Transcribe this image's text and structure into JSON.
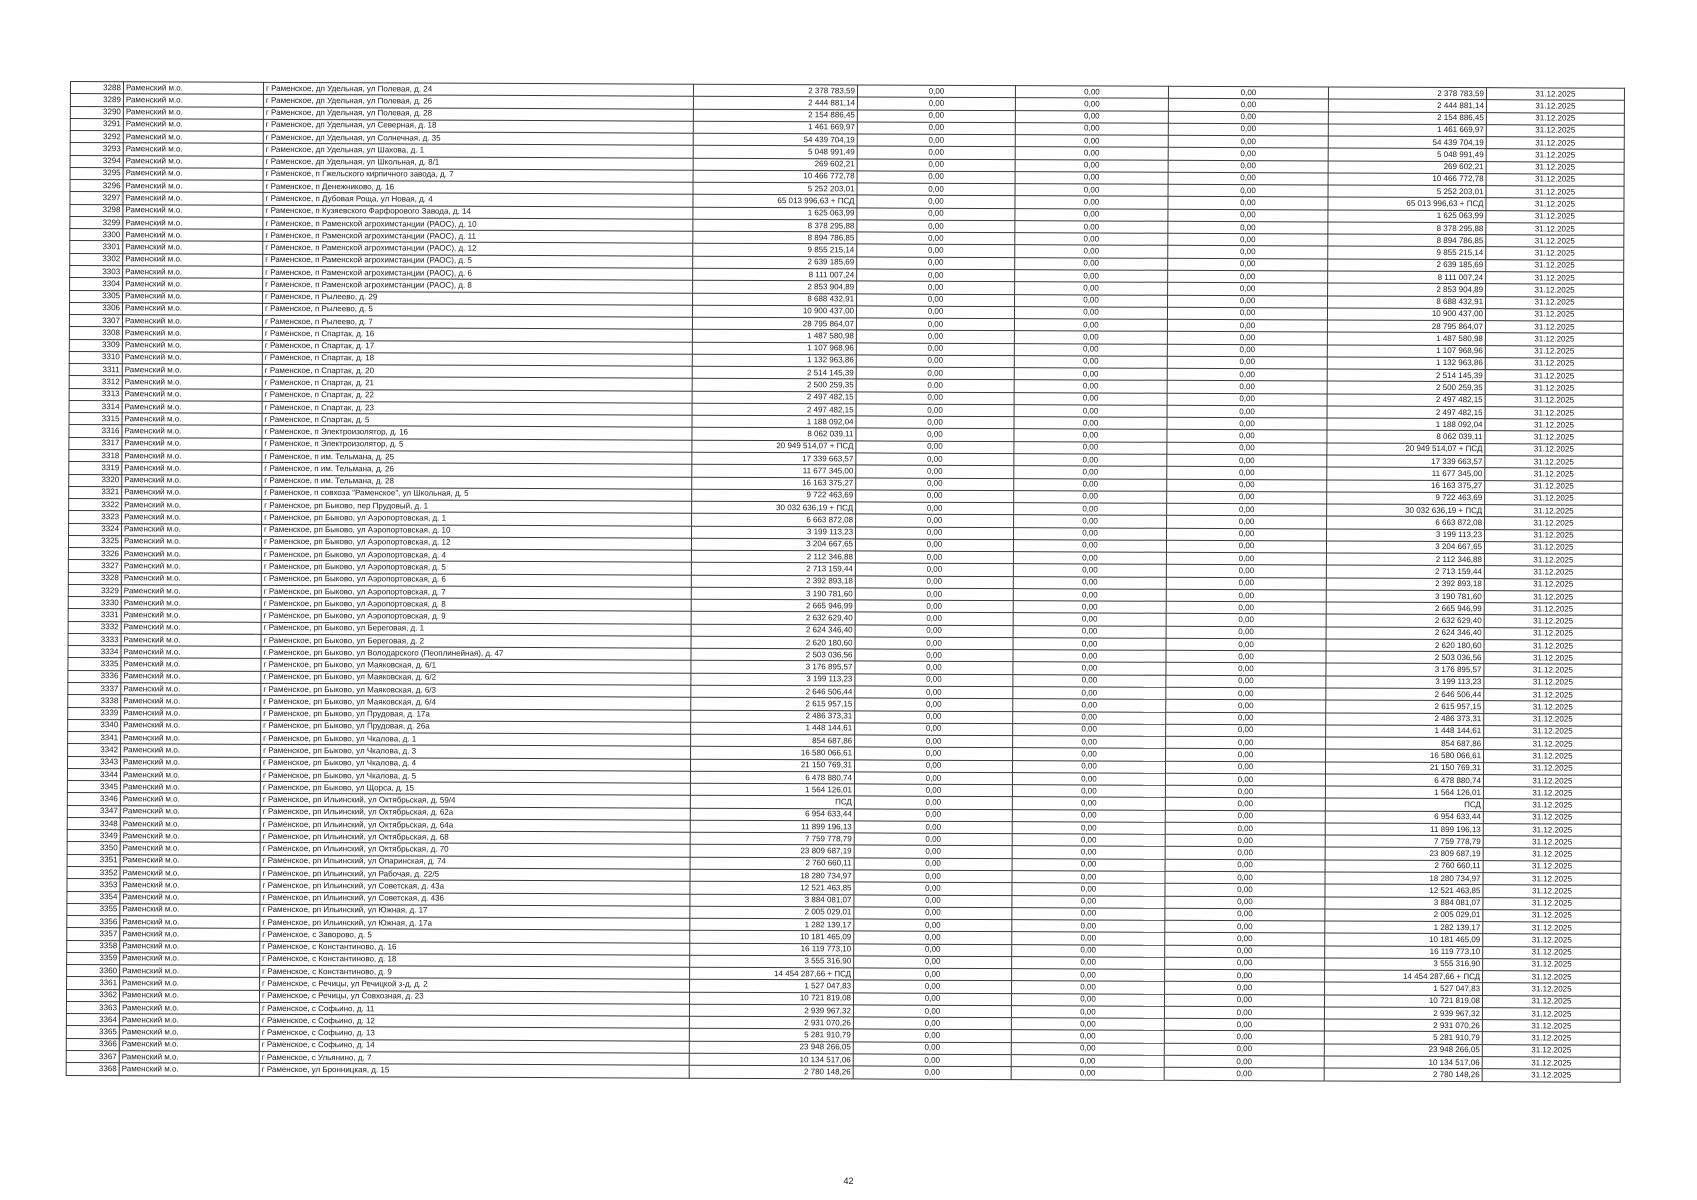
{
  "table": {
    "municipality": "Раменский м.о.",
    "zero_value": "0,00",
    "date": "31.12.2025",
    "rows": [
      {
        "n": "3288",
        "addr": "г Раменское, дп Удельная, ул Полевая, д. 24",
        "sum": "2 378 783,59"
      },
      {
        "n": "3289",
        "addr": "г Раменское, дп Удельная, ул Полевая, д. 26",
        "sum": "2 444 881,14"
      },
      {
        "n": "3290",
        "addr": "г Раменское, дп Удельная, ул Полевая, д. 28",
        "sum": "2 154 886,45"
      },
      {
        "n": "3291",
        "addr": "г Раменское, дп Удельная, ул Северная, д. 18",
        "sum": "1 461 669,97"
      },
      {
        "n": "3292",
        "addr": "г Раменское, дп Удельная, ул Солнечная, д. 35",
        "sum": "54 439 704,19"
      },
      {
        "n": "3293",
        "addr": "г Раменское, дп Удельная, ул Шахова, д. 1",
        "sum": "5 048 991,49"
      },
      {
        "n": "3294",
        "addr": "г Раменское, дп Удельная, ул Школьная, д. 8/1",
        "sum": "269 602,21"
      },
      {
        "n": "3295",
        "addr": "г Раменское, п Гжельского кирпичного завода, д. 7",
        "sum": "10 466 772,78"
      },
      {
        "n": "3296",
        "addr": "г Раменское, п Денежниково, д. 16",
        "sum": "5 252 203,01"
      },
      {
        "n": "3297",
        "addr": "г Раменское, п Дубовая Роща, ул Новая, д. 4",
        "sum": "65 013 996,63 + ПСД"
      },
      {
        "n": "3298",
        "addr": "г Раменское, п Кузяевского Фарфорового Завода, д. 14",
        "sum": "1 625 063,99"
      },
      {
        "n": "3299",
        "addr": "г Раменское, п Раменской агрохимстанции (РАОС), д. 10",
        "sum": "8 378 295,88"
      },
      {
        "n": "3300",
        "addr": "г Раменское, п Раменской агрохимстанции (РАОС), д. 11",
        "sum": "8 894 786,85"
      },
      {
        "n": "3301",
        "addr": "г Раменское, п Раменской агрохимстанции (РАОС), д. 12",
        "sum": "9 855 215,14"
      },
      {
        "n": "3302",
        "addr": "г Раменское, п Раменской агрохимстанции (РАОС), д. 5",
        "sum": "2 639 185,69"
      },
      {
        "n": "3303",
        "addr": "г Раменское, п Раменской агрохимстанции (РАОС), д. 6",
        "sum": "8 111 007,24"
      },
      {
        "n": "3304",
        "addr": "г Раменское, п Раменской агрохимстанции (РАОС), д. 8",
        "sum": "2 853 904,89"
      },
      {
        "n": "3305",
        "addr": "г Раменское, п Рылеево, д. 29",
        "sum": "8 688 432,91"
      },
      {
        "n": "3306",
        "addr": "г Раменское, п Рылеево, д. 5",
        "sum": "10 900 437,00"
      },
      {
        "n": "3307",
        "addr": "г Раменское, п Рылеево, д. 7",
        "sum": "28 795 864,07"
      },
      {
        "n": "3308",
        "addr": "г Раменское, п Спартак, д. 16",
        "sum": "1 487 580,98"
      },
      {
        "n": "3309",
        "addr": "г Раменское, п Спартак, д. 17",
        "sum": "1 107 968,96"
      },
      {
        "n": "3310",
        "addr": "г Раменское, п Спартак, д. 18",
        "sum": "1 132 963,86"
      },
      {
        "n": "3311",
        "addr": "г Раменское, п Спартак, д. 20",
        "sum": "2 514 145,39"
      },
      {
        "n": "3312",
        "addr": "г Раменское, п Спартак, д. 21",
        "sum": "2 500 259,35"
      },
      {
        "n": "3313",
        "addr": "г Раменское, п Спартак, д. 22",
        "sum": "2 497 482,15"
      },
      {
        "n": "3314",
        "addr": "г Раменское, п Спартак, д. 23",
        "sum": "2 497 482,15"
      },
      {
        "n": "3315",
        "addr": "г Раменское, п Спартак, д. 5",
        "sum": "1 188 092,04"
      },
      {
        "n": "3316",
        "addr": "г Раменское, п Электроизолятор, д. 16",
        "sum": "8 062 039,11"
      },
      {
        "n": "3317",
        "addr": "г Раменское, п Электроизолятор, д. 5",
        "sum": "20 949 514,07 + ПСД"
      },
      {
        "n": "3318",
        "addr": "г Раменское, п им. Тельмана, д. 25",
        "sum": "17 339 663,57"
      },
      {
        "n": "3319",
        "addr": "г Раменское, п им. Тельмана, д. 26",
        "sum": "11 677 345,00"
      },
      {
        "n": "3320",
        "addr": "г Раменское, п им. Тельмана, д. 28",
        "sum": "16 163 375,27"
      },
      {
        "n": "3321",
        "addr": "г Раменское, п совхоза \"Раменское\", ул Школьная, д. 5",
        "sum": "9 722 463,69"
      },
      {
        "n": "3322",
        "addr": "г Раменское, рп Быково, пер Прудовый, д. 1",
        "sum": "30 032 636,19 + ПСД"
      },
      {
        "n": "3323",
        "addr": "г Раменское, рп Быково, ул Аэропортовская, д. 1",
        "sum": "6 663 872,08"
      },
      {
        "n": "3324",
        "addr": "г Раменское, рп Быково, ул Аэропортовская, д. 10",
        "sum": "3 199 113,23"
      },
      {
        "n": "3325",
        "addr": "г Раменское, рп Быково, ул Аэропортовская, д. 12",
        "sum": "3 204 667,65"
      },
      {
        "n": "3326",
        "addr": "г Раменское, рп Быково, ул Аэропортовская, д. 4",
        "sum": "2 112 346,88"
      },
      {
        "n": "3327",
        "addr": "г Раменское, рп Быково, ул Аэропортовская, д. 5",
        "sum": "2 713 159,44"
      },
      {
        "n": "3328",
        "addr": "г Раменское, рп Быково, ул Аэропортовская, д. 6",
        "sum": "2 392 893,18"
      },
      {
        "n": "3329",
        "addr": "г Раменское, рп Быково, ул Аэропортовская, д. 7",
        "sum": "3 190 781,60"
      },
      {
        "n": "3330",
        "addr": "г Раменское, рп Быково, ул Аэропортовская, д. 8",
        "sum": "2 665 946,99"
      },
      {
        "n": "3331",
        "addr": "г Раменское, рп Быково, ул Аэропортовская, д. 9",
        "sum": "2 632 629,40"
      },
      {
        "n": "3332",
        "addr": "г Раменское, рп Быково, ул Береговая, д. 1",
        "sum": "2 624 346,40"
      },
      {
        "n": "3333",
        "addr": "г Раменское, рп Быково, ул Береговая, д. 2",
        "sum": "2 620 180,60"
      },
      {
        "n": "3334",
        "addr": "г Раменское, рп Быково, ул Володарского (Пеоплинейная), д. 47",
        "sum": "2 503 036,56"
      },
      {
        "n": "3335",
        "addr": "г Раменское, рп Быково, ул Маяковская, д. 6/1",
        "sum": "3 176 895,57"
      },
      {
        "n": "3336",
        "addr": "г Раменское, рп Быково, ул Маяковская, д. 6/2",
        "sum": "3 199 113,23"
      },
      {
        "n": "3337",
        "addr": "г Раменское, рп Быково, ул Маяковская, д. 6/3",
        "sum": "2 646 506,44"
      },
      {
        "n": "3338",
        "addr": "г Раменское, рп Быково, ул Маяковская, д. 6/4",
        "sum": "2 615 957,15"
      },
      {
        "n": "3339",
        "addr": "г Раменское, рп Быково, ул Прудовая, д. 17а",
        "sum": "2 486 373,31"
      },
      {
        "n": "3340",
        "addr": "г Раменское, рп Быково, ул Прудовая, д. 26а",
        "sum": "1 448 144,61"
      },
      {
        "n": "3341",
        "addr": "г Раменское, рп Быково, ул Чкалова, д. 1",
        "sum": "854 687,86"
      },
      {
        "n": "3342",
        "addr": "г Раменское, рп Быково, ул Чкалова, д. 3",
        "sum": "16 580 066,61"
      },
      {
        "n": "3343",
        "addr": "г Раменское, рп Быково, ул Чкалова, д. 4",
        "sum": "21 150 769,31"
      },
      {
        "n": "3344",
        "addr": "г Раменское, рп Быково, ул Чкалова, д. 5",
        "sum": "6 478 880,74"
      },
      {
        "n": "3345",
        "addr": "г Раменское, рп Быково, ул Щорса, д. 15",
        "sum": "1 564 126,01"
      },
      {
        "n": "3346",
        "addr": "г Раменское, рп Ильинский, ул Октябрьская, д. 59/4",
        "sum": "ПСД"
      },
      {
        "n": "3347",
        "addr": "г Раменское, рп Ильинский, ул Октябрьская, д. 62а",
        "sum": "6 954 633,44"
      },
      {
        "n": "3348",
        "addr": "г Раменское, рп Ильинский, ул Октябрьская, д. 64а",
        "sum": "11 899 196,13"
      },
      {
        "n": "3349",
        "addr": "г Раменское, рп Ильинский, ул Октябрьская, д. 68",
        "sum": "7 759 778,79"
      },
      {
        "n": "3350",
        "addr": "г Раменское, рп Ильинский, ул Октябрьская, д. 70",
        "sum": "23 809 687,19"
      },
      {
        "n": "3351",
        "addr": "г Раменское, рп Ильинский, ул Опаринская, д. 74",
        "sum": "2 760 660,11"
      },
      {
        "n": "3352",
        "addr": "г Раменское, рп Ильинский, ул Рабочая, д. 22/5",
        "sum": "18 280 734,97"
      },
      {
        "n": "3353",
        "addr": "г Раменское, рп Ильинский, ул Советская, д. 43а",
        "sum": "12 521 463,85"
      },
      {
        "n": "3354",
        "addr": "г Раменское, рп Ильинский, ул Советская, д. 436",
        "sum": "3 884 081,07"
      },
      {
        "n": "3355",
        "addr": "г Раменское, рп Ильинский, ул Южная, д. 17",
        "sum": "2 005 029,01"
      },
      {
        "n": "3356",
        "addr": "г Раменское, рп Ильинский, ул Южная, д. 17а",
        "sum": "1 282 139,17"
      },
      {
        "n": "3357",
        "addr": "г Раменское, с Заворово, д. 5",
        "sum": "10 181 465,09"
      },
      {
        "n": "3358",
        "addr": "г Раменское, с Константиново, д. 16",
        "sum": "16 119 773,10"
      },
      {
        "n": "3359",
        "addr": "г Раменское, с Константиново, д. 18",
        "sum": "3 555 316,90"
      },
      {
        "n": "3360",
        "addr": "г Раменское, с Константиново, д. 9",
        "sum": "14 454 287,66 + ПСД"
      },
      {
        "n": "3361",
        "addr": "г Раменское, с Речицы, ул Речицкой з-д, д. 2",
        "sum": "1 527 047,83"
      },
      {
        "n": "3362",
        "addr": "г Раменское, с Речицы, ул Совхозная, д. 23",
        "sum": "10 721 819,08"
      },
      {
        "n": "3363",
        "addr": "г Раменское, с Софьино, д. 11",
        "sum": "2 939 967,32"
      },
      {
        "n": "3364",
        "addr": "г Раменское, с Софьино, д. 12",
        "sum": "2 931 070,26"
      },
      {
        "n": "3365",
        "addr": "г Раменское, с Софьино, д. 13",
        "sum": "5 281 910,79"
      },
      {
        "n": "3366",
        "addr": "г Раменское, с Софьино, д. 14",
        "sum": "23 948 266,05"
      },
      {
        "n": "3367",
        "addr": "г Раменское, с Ульянино, д. 7",
        "sum": "10 134 517,06"
      },
      {
        "n": "3368",
        "addr": "г Раменское, ул Бронницкая, д. 15",
        "sum": "2 780 148,26"
      }
    ]
  },
  "page_number": "42"
}
